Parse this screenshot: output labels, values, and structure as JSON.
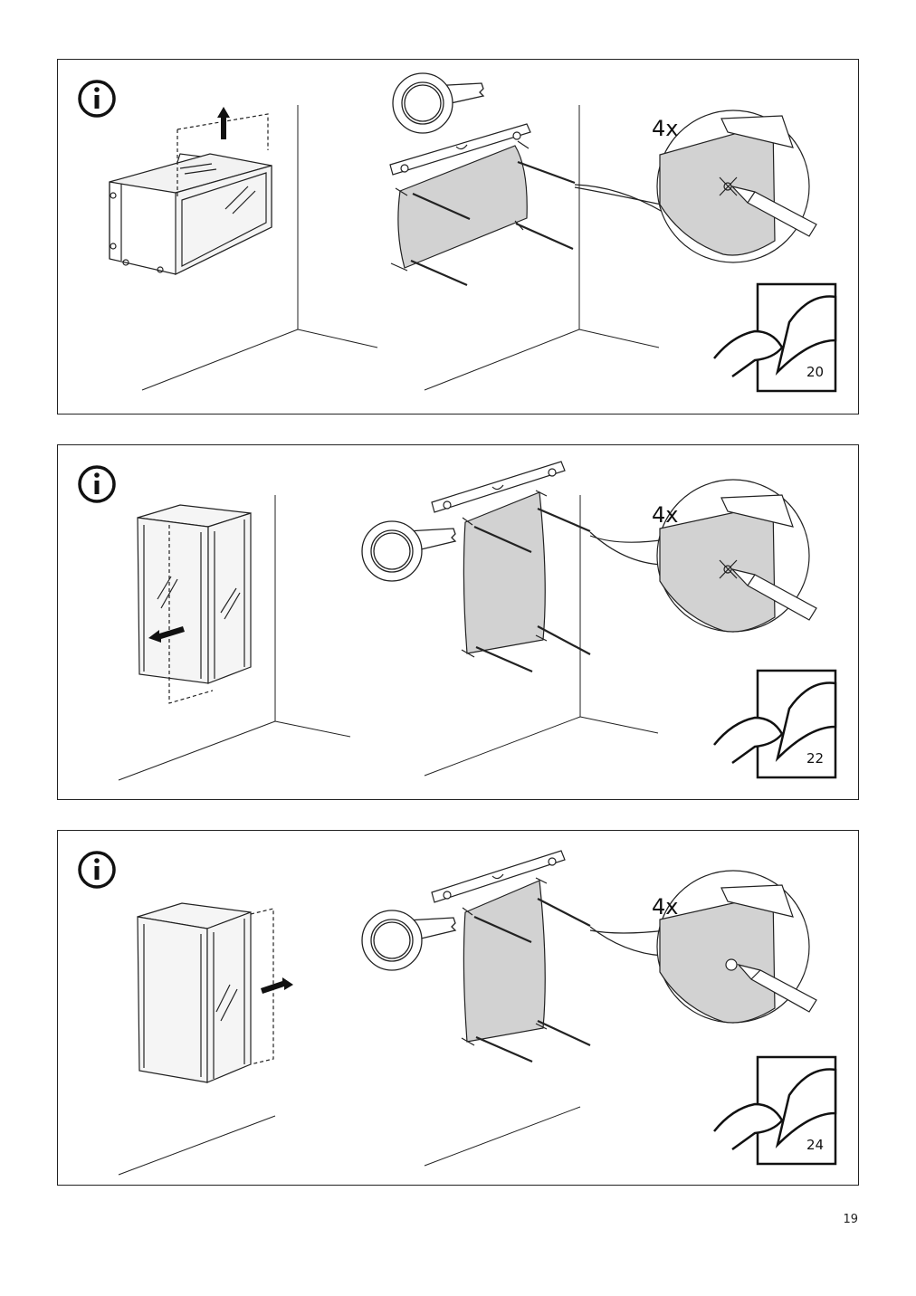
{
  "panels": [
    {
      "id": "panel-1",
      "count_label": "4x",
      "page_ref": "20"
    },
    {
      "id": "panel-2",
      "count_label": "4x",
      "page_ref": "22"
    },
    {
      "id": "panel-3",
      "count_label": "4x",
      "page_ref": "24"
    }
  ],
  "page_number": "19",
  "icons": [
    "info-icon",
    "tape-roll-icon",
    "spirit-level-icon",
    "pencil-icon",
    "turn-page-icon",
    "arrow-icon"
  ]
}
